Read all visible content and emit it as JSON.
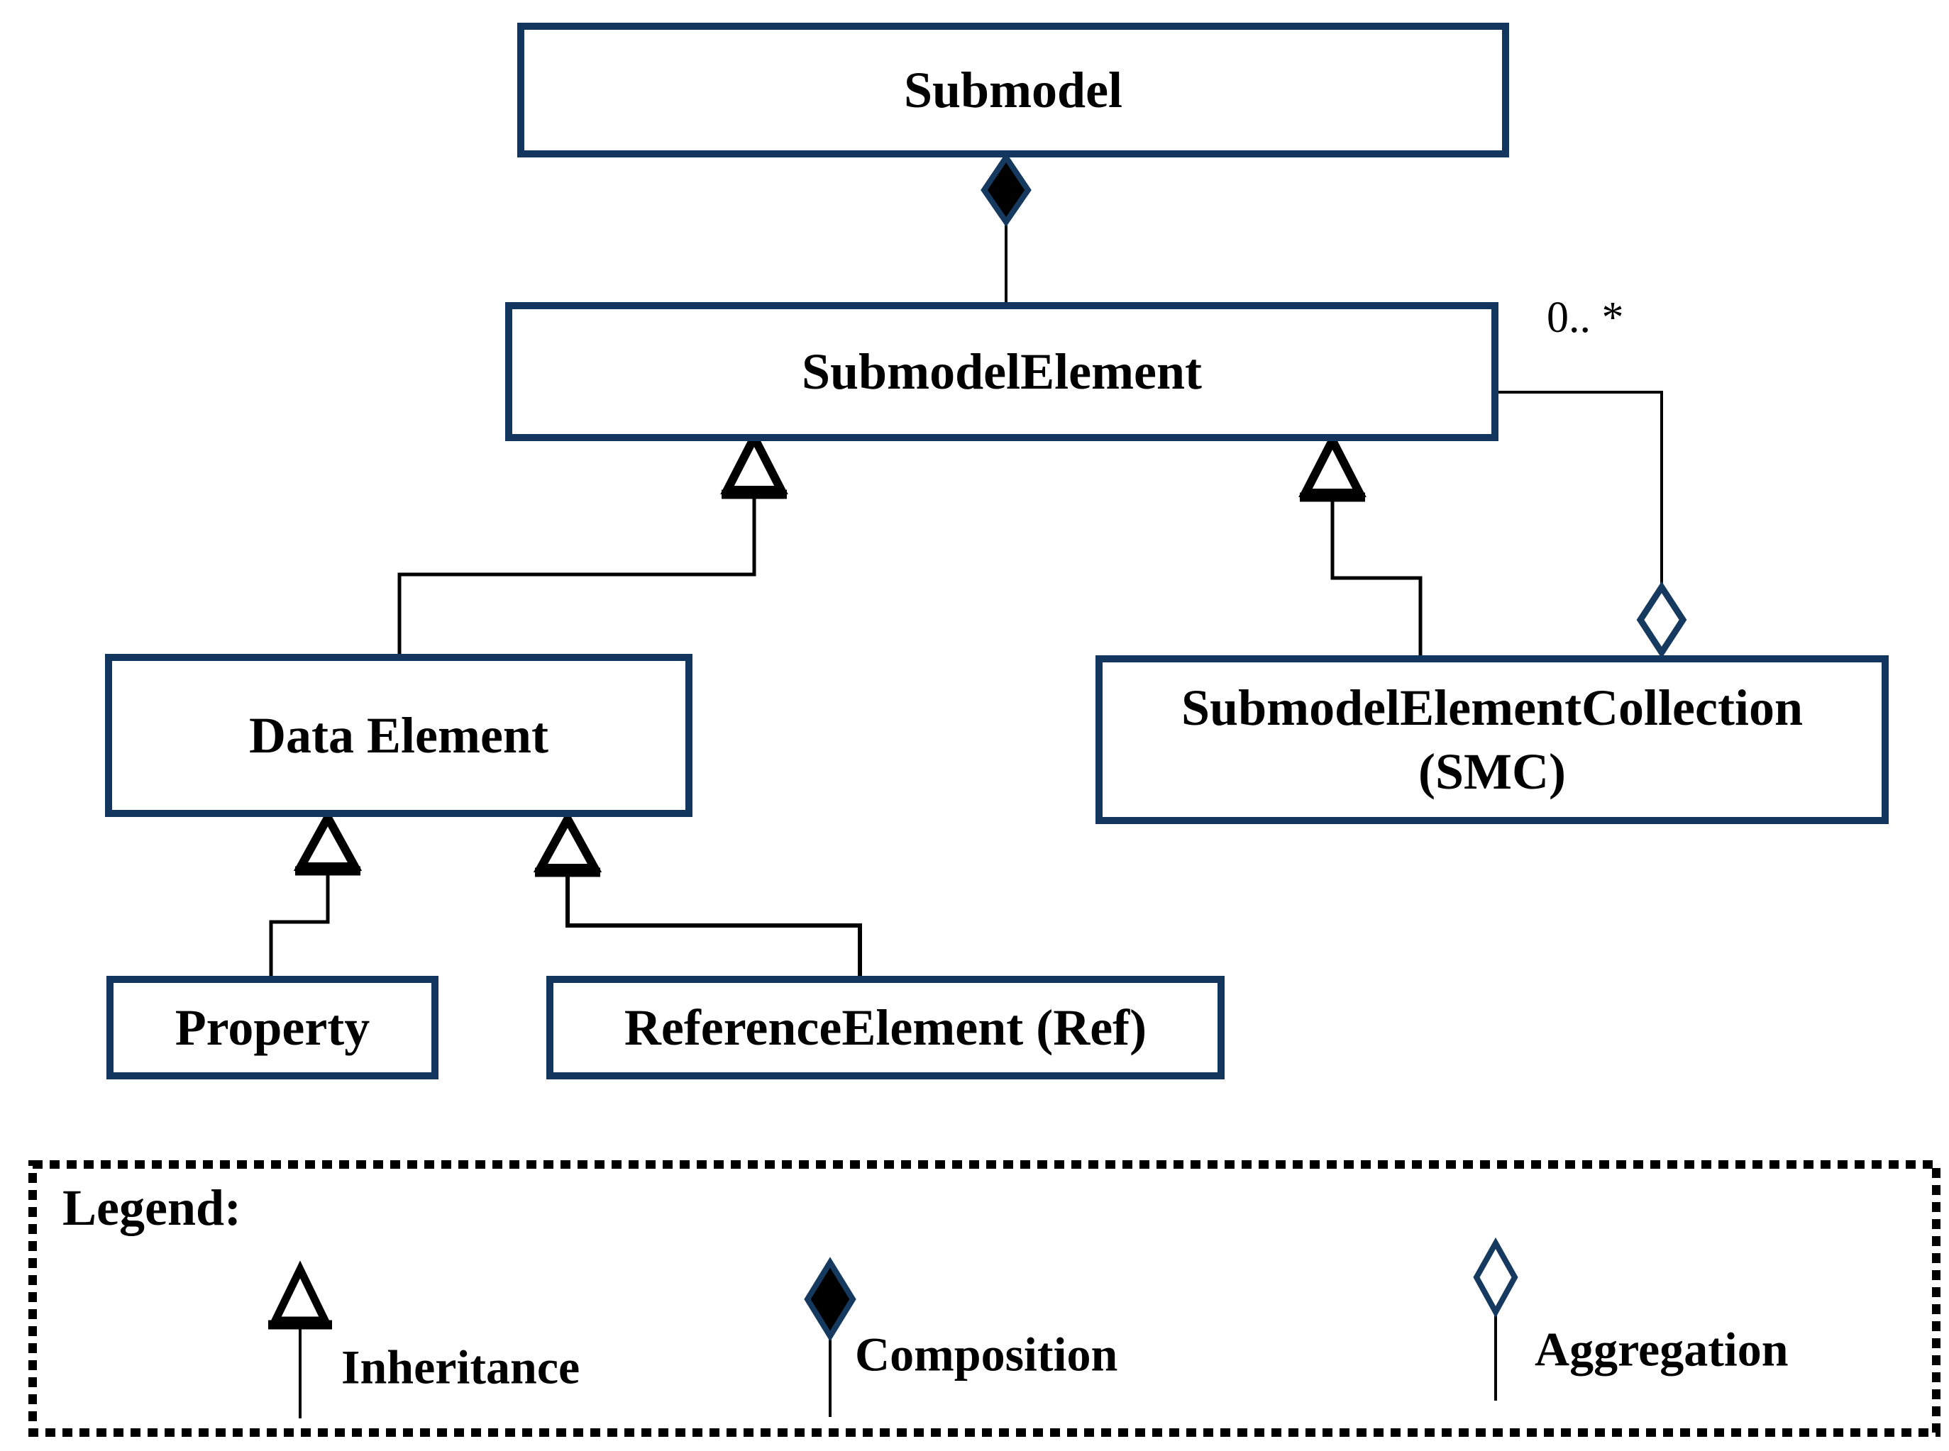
{
  "classes": {
    "submodel": {
      "label": "Submodel"
    },
    "submodel_element": {
      "label": "SubmodelElement"
    },
    "data_element": {
      "label": "Data Element"
    },
    "smc": {
      "line1": "SubmodelElementCollection",
      "line2": "(SMC)"
    },
    "property": {
      "label": "Property"
    },
    "reference_element": {
      "label": "ReferenceElement (Ref)"
    }
  },
  "relations": {
    "multiplicity": "0.. *"
  },
  "legend": {
    "title": "Legend:",
    "items": [
      {
        "icon": "inheritance-triangle-icon",
        "label": "Inheritance"
      },
      {
        "icon": "composition-diamond-icon",
        "label": "Composition"
      },
      {
        "icon": "aggregation-diamond-icon",
        "label": "Aggregation"
      }
    ]
  },
  "colors": {
    "background": "#FFFFFF",
    "box_border": "#12365E",
    "diamond_border": "#16395F",
    "connector": "#000000",
    "text": "#000000",
    "composition_fill": "#000000",
    "aggregation_fill": "#FFFFFF",
    "legend_border": "#000000"
  }
}
